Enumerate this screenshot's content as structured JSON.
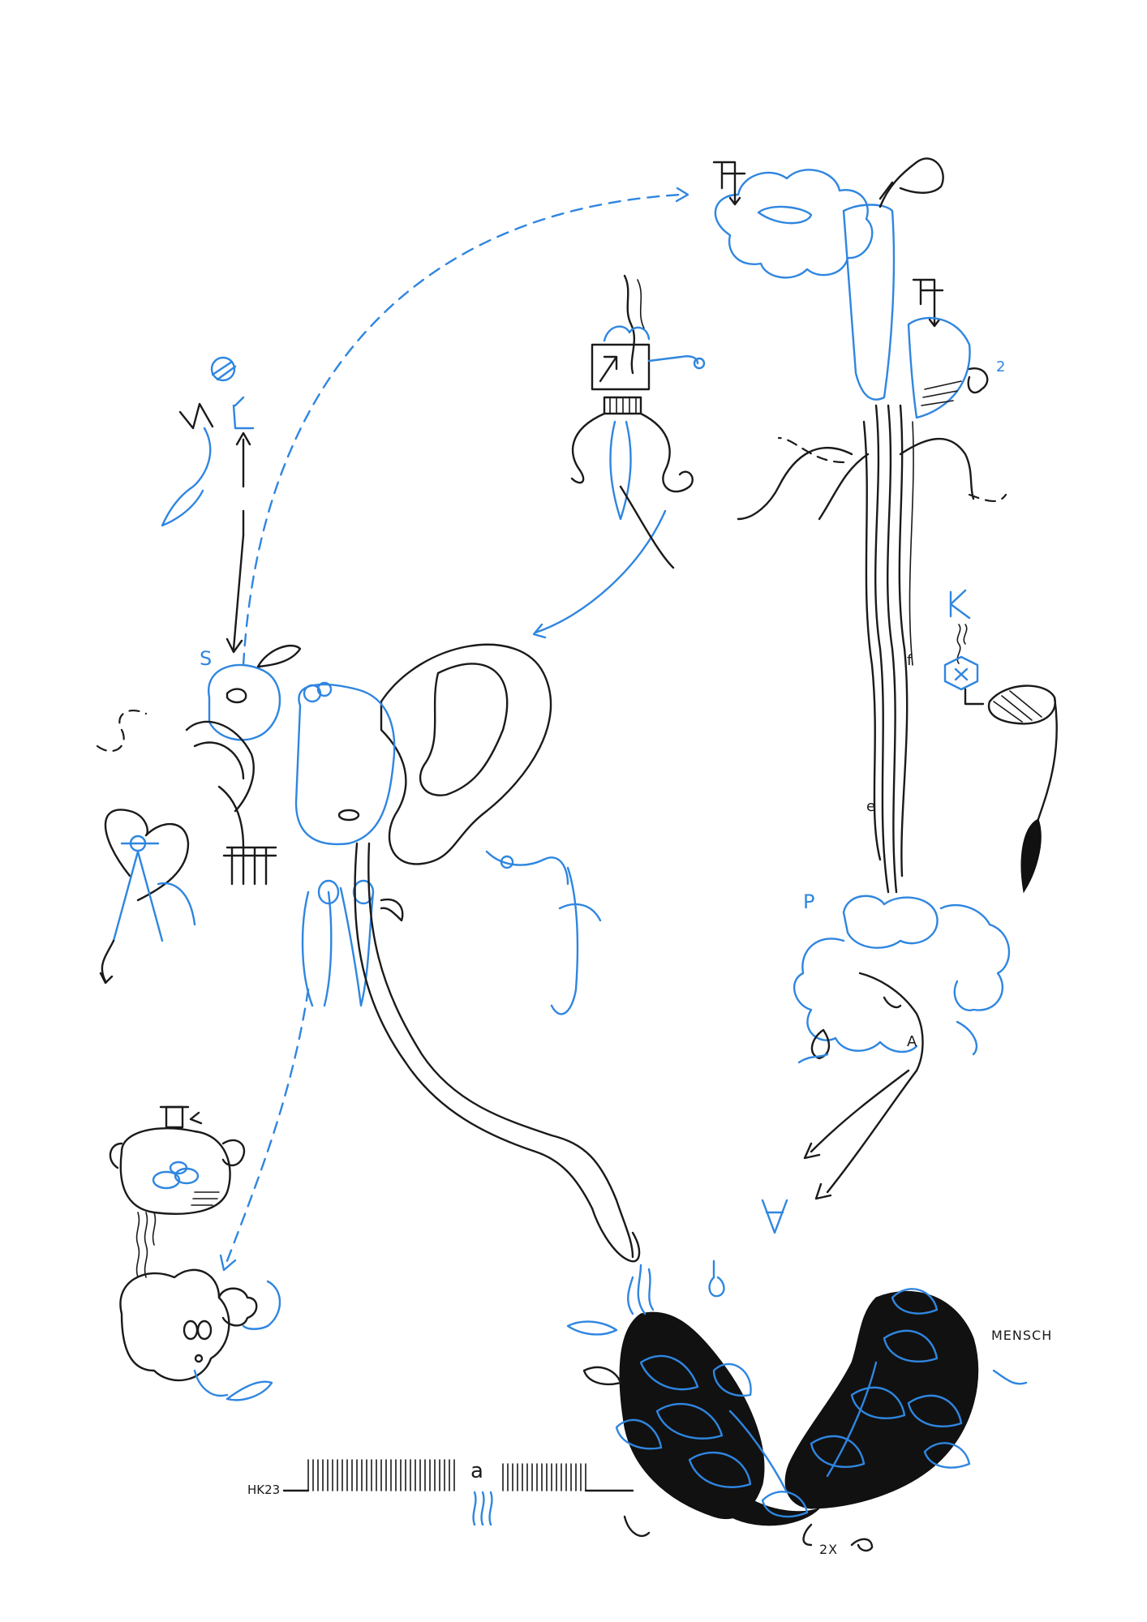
{
  "artwork": {
    "signature": "HK23",
    "labels": {
      "mensch": "MENSCH",
      "count": "2X",
      "letter_s": "S",
      "letter_p": "P",
      "letter_a": "A",
      "letter_a_inverted": "A",
      "letter_a_lower": "a",
      "letter_e": "e",
      "letter_f": "f",
      "superscript_2": "2"
    }
  },
  "colors": {
    "ink": "#1a1a1a",
    "blue": "#2f86e0",
    "paper": "#ffffff"
  }
}
